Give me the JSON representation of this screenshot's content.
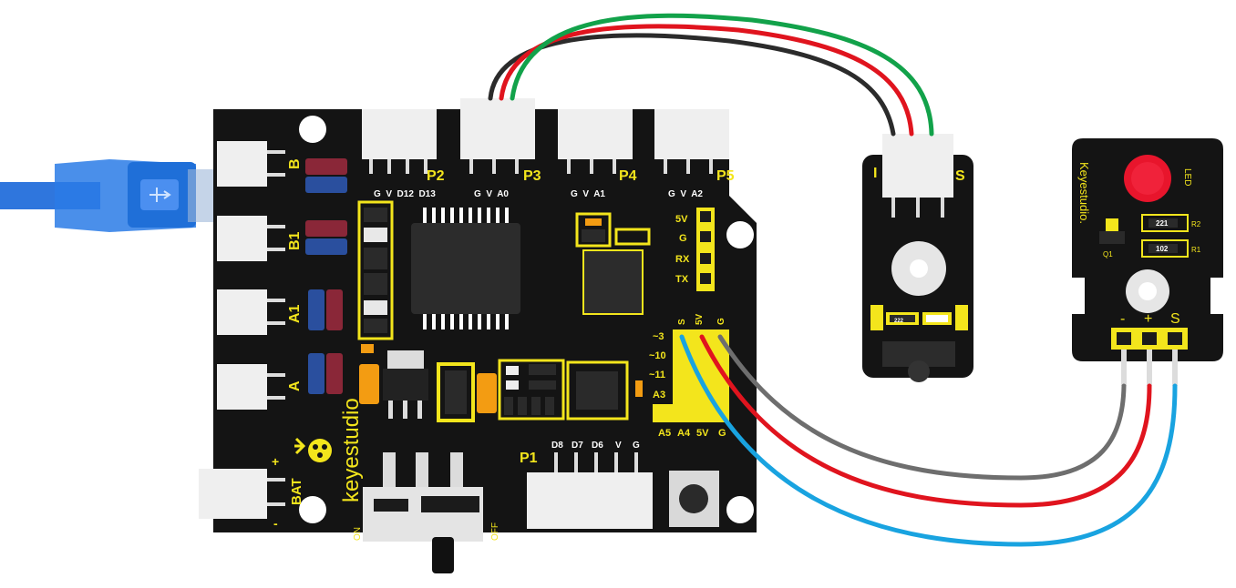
{
  "main_board": {
    "brand": "keyestudio",
    "connectors_top": [
      {
        "name": "P2",
        "pins": "G  V  D12  D13"
      },
      {
        "name": "P3",
        "pins": "G  V  A0"
      },
      {
        "name": "P4",
        "pins": "G  V  A1"
      },
      {
        "name": "P5",
        "pins": "G  V  A2"
      }
    ],
    "left_ports": [
      "B",
      "B1",
      "A1",
      "A"
    ],
    "battery_label": "BAT",
    "battery_plus": "+",
    "battery_minus": "-",
    "serial_pins": [
      "5V",
      "G",
      "RX",
      "TX"
    ],
    "header_top": [
      "S",
      "5V",
      "G"
    ],
    "header_rows": [
      "~3",
      "~10",
      "~11",
      "A3"
    ],
    "header_bottom": [
      "A5",
      "A4",
      "5V",
      "G"
    ],
    "p1_label": "P1",
    "p1_pins": [
      "D8",
      "D7",
      "D6",
      "V",
      "G"
    ],
    "switch_on": "ON",
    "switch_off": "OFF"
  },
  "sensor_module": {
    "pin_left": "I",
    "pin_right": "S",
    "resistor": "222"
  },
  "led_module": {
    "brand": "Keyestudio.",
    "led_label": "LED",
    "q_label": "Q1",
    "r2_value": "221",
    "r2_label": "R2",
    "r1_value": "102",
    "r1_label": "R1",
    "pins": [
      "-",
      "+",
      "S"
    ]
  },
  "colors": {
    "board": "#141414",
    "silkscreen": "#f3e51c",
    "wire_black": "#2b2b2b",
    "wire_red": "#e0141e",
    "wire_green": "#12a24a",
    "wire_gray": "#6e6e6e",
    "wire_blue": "#19a3e0",
    "usb_blue": "#1f6fd8",
    "led_red": "#e8152c"
  }
}
